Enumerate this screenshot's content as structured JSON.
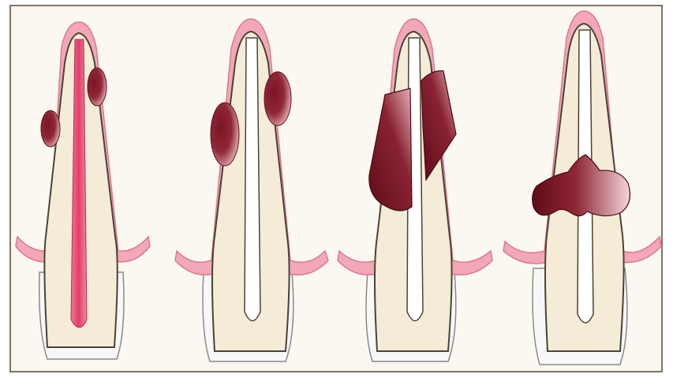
{
  "figure": {
    "teeth": [
      {
        "id": "tooth-1",
        "lesion": "pink-canal-with-two-nodules"
      },
      {
        "id": "tooth-2",
        "lesion": "two-oval-lesions"
      },
      {
        "id": "tooth-3",
        "lesion": "large-wedge-lesions"
      },
      {
        "id": "tooth-4",
        "lesion": "central-horizontal-lesion"
      }
    ],
    "colors": {
      "background": "#fbf7f1",
      "border": "#7d7468",
      "gum": "#f2a8b6",
      "gum_edge": "#d97a8c",
      "tooth": "#f5ecd8",
      "tooth_edge": "#4a4239",
      "crown": "#f7f7f7",
      "canal": "#ffffff",
      "canal_pink": "#e9527a",
      "lesion_dark": "#6e1020",
      "lesion_mid": "#a3303f",
      "lesion_light": "#f0c8cc"
    }
  }
}
